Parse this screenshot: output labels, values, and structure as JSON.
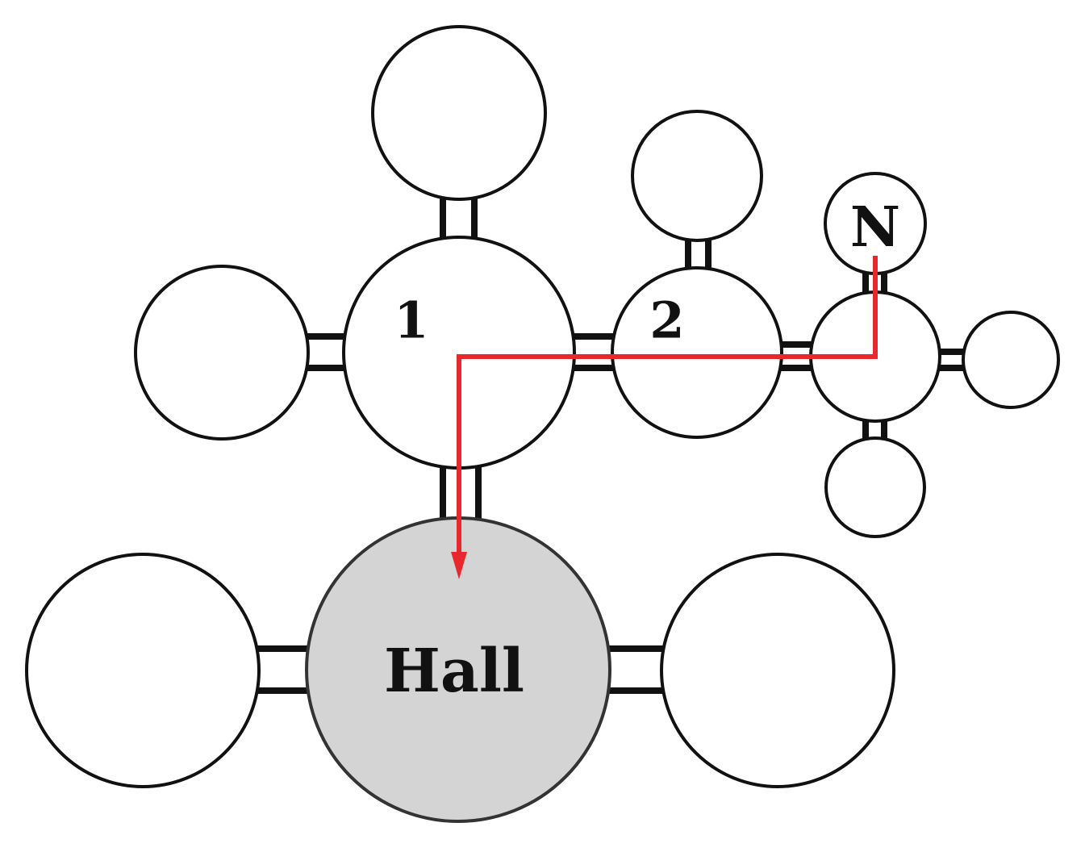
{
  "labels": {
    "room_1": "1",
    "room_2": "2",
    "room_n": "N",
    "hall": "Hall"
  },
  "colors": {
    "hall_fill": "#d4d4d4",
    "route": "#e8282c",
    "outline": "#111111"
  }
}
